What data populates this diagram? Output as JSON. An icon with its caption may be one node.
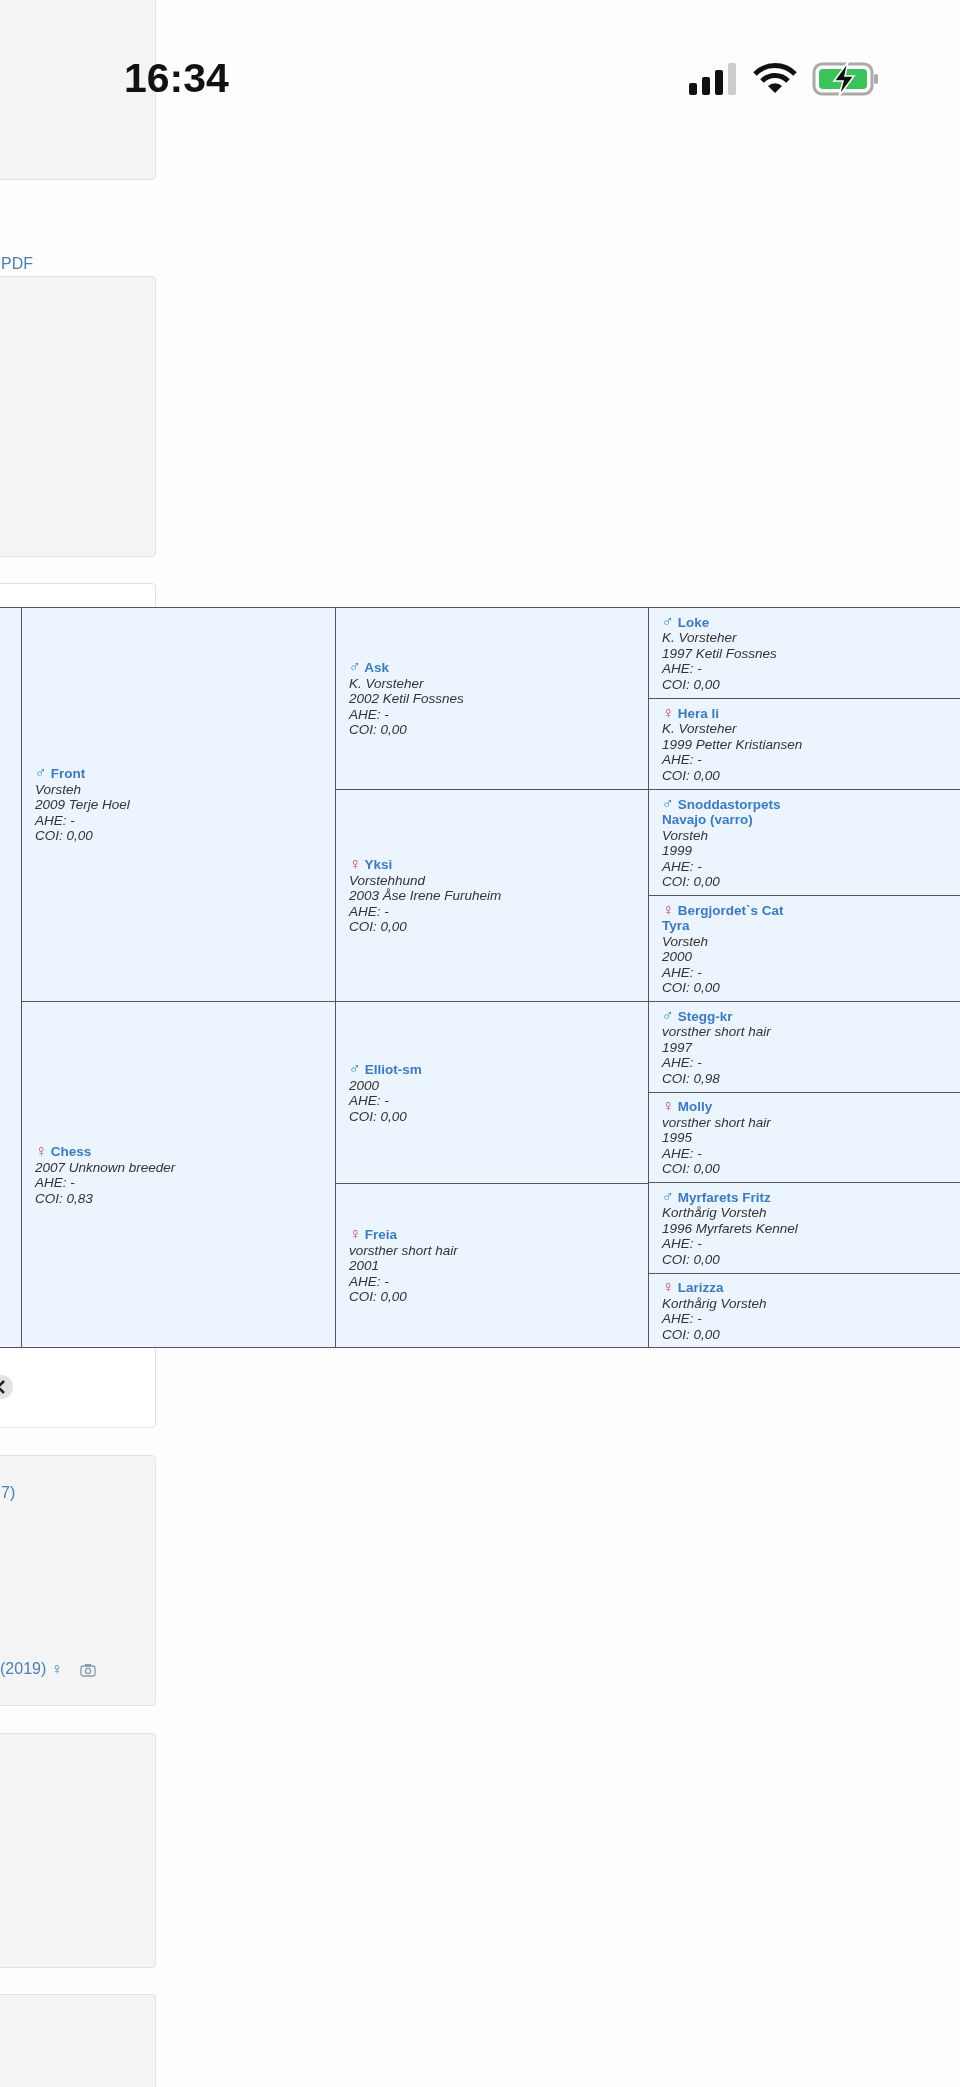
{
  "diagram": {
    "nodes": [
      {
        "text": [],
        "shape": "box"
      },
      {
        "text": [
          "♂ Front",
          "Vorsteh",
          "2009 Terje Hoel",
          "AHE: -",
          "COI: 0,00"
        ]
      },
      {
        "text": [
          "♀ Chess",
          "2007 Unknown breeder",
          "AHE: -",
          "COI: 0,83"
        ]
      },
      {
        "text": [
          "♂ Ask",
          "K. Vorsteher",
          "2002 Ketil Fossnes",
          "AHE: -",
          "COI: 0,00"
        ]
      },
      {
        "text": [
          "♀ Yksi",
          "Vorstehhund",
          "2003 Åse Irene Furuheim",
          "AHE: -",
          "COI: 0,00"
        ]
      },
      {
        "text": [
          "♂ Elliot-sm",
          "2000",
          "AHE: -",
          "COI: 0,00"
        ]
      },
      {
        "text": [
          "♀ Freia",
          "vorsther short hair",
          "2001",
          "AHE: -",
          "COI: 0,00"
        ]
      },
      {
        "text": [
          "♂ Loke",
          "K. Vorsteher",
          "1997 Ketil Fossnes",
          "AHE: -",
          "COI: 0,00"
        ]
      },
      {
        "text": [
          "♀ Hera Ii",
          "K. Vorsteher",
          "1999 Petter Kristiansen",
          "AHE: -",
          "COI: 0,00"
        ]
      },
      {
        "text": [
          "♂ Snoddastorpets Navajo (varro)",
          "Vorsteh",
          "1999",
          "AHE: -",
          "COI: 0,00"
        ]
      },
      {
        "text": [
          "♀ Bergjordet`s Cat Tyra",
          "Vorsteh",
          "2000",
          "AHE: -",
          "COI: 0,00"
        ]
      },
      {
        "text": [
          "♂ Stegg-kr",
          "vorsther short hair",
          "1997",
          "AHE: -",
          "COI: 0,98"
        ]
      },
      {
        "text": [
          "♀ Molly",
          "vorsther short hair",
          "1995",
          "AHE: -",
          "COI: 0,00"
        ]
      },
      {
        "text": [
          "♂ Myrfarets Fritz",
          "Korthårig Vorsteh",
          "1996 Myrfarets Kennel",
          "AHE: -",
          "COI: 0,00"
        ]
      },
      {
        "text": [
          "♀ Larizza",
          "Korthårig Vorsteh",
          "AHE: -",
          "COI: 0,00"
        ]
      }
    ],
    "edges": [],
    "labels": [
      "16:34",
      "PDF",
      "7)",
      "(2019) ♀"
    ]
  }
}
